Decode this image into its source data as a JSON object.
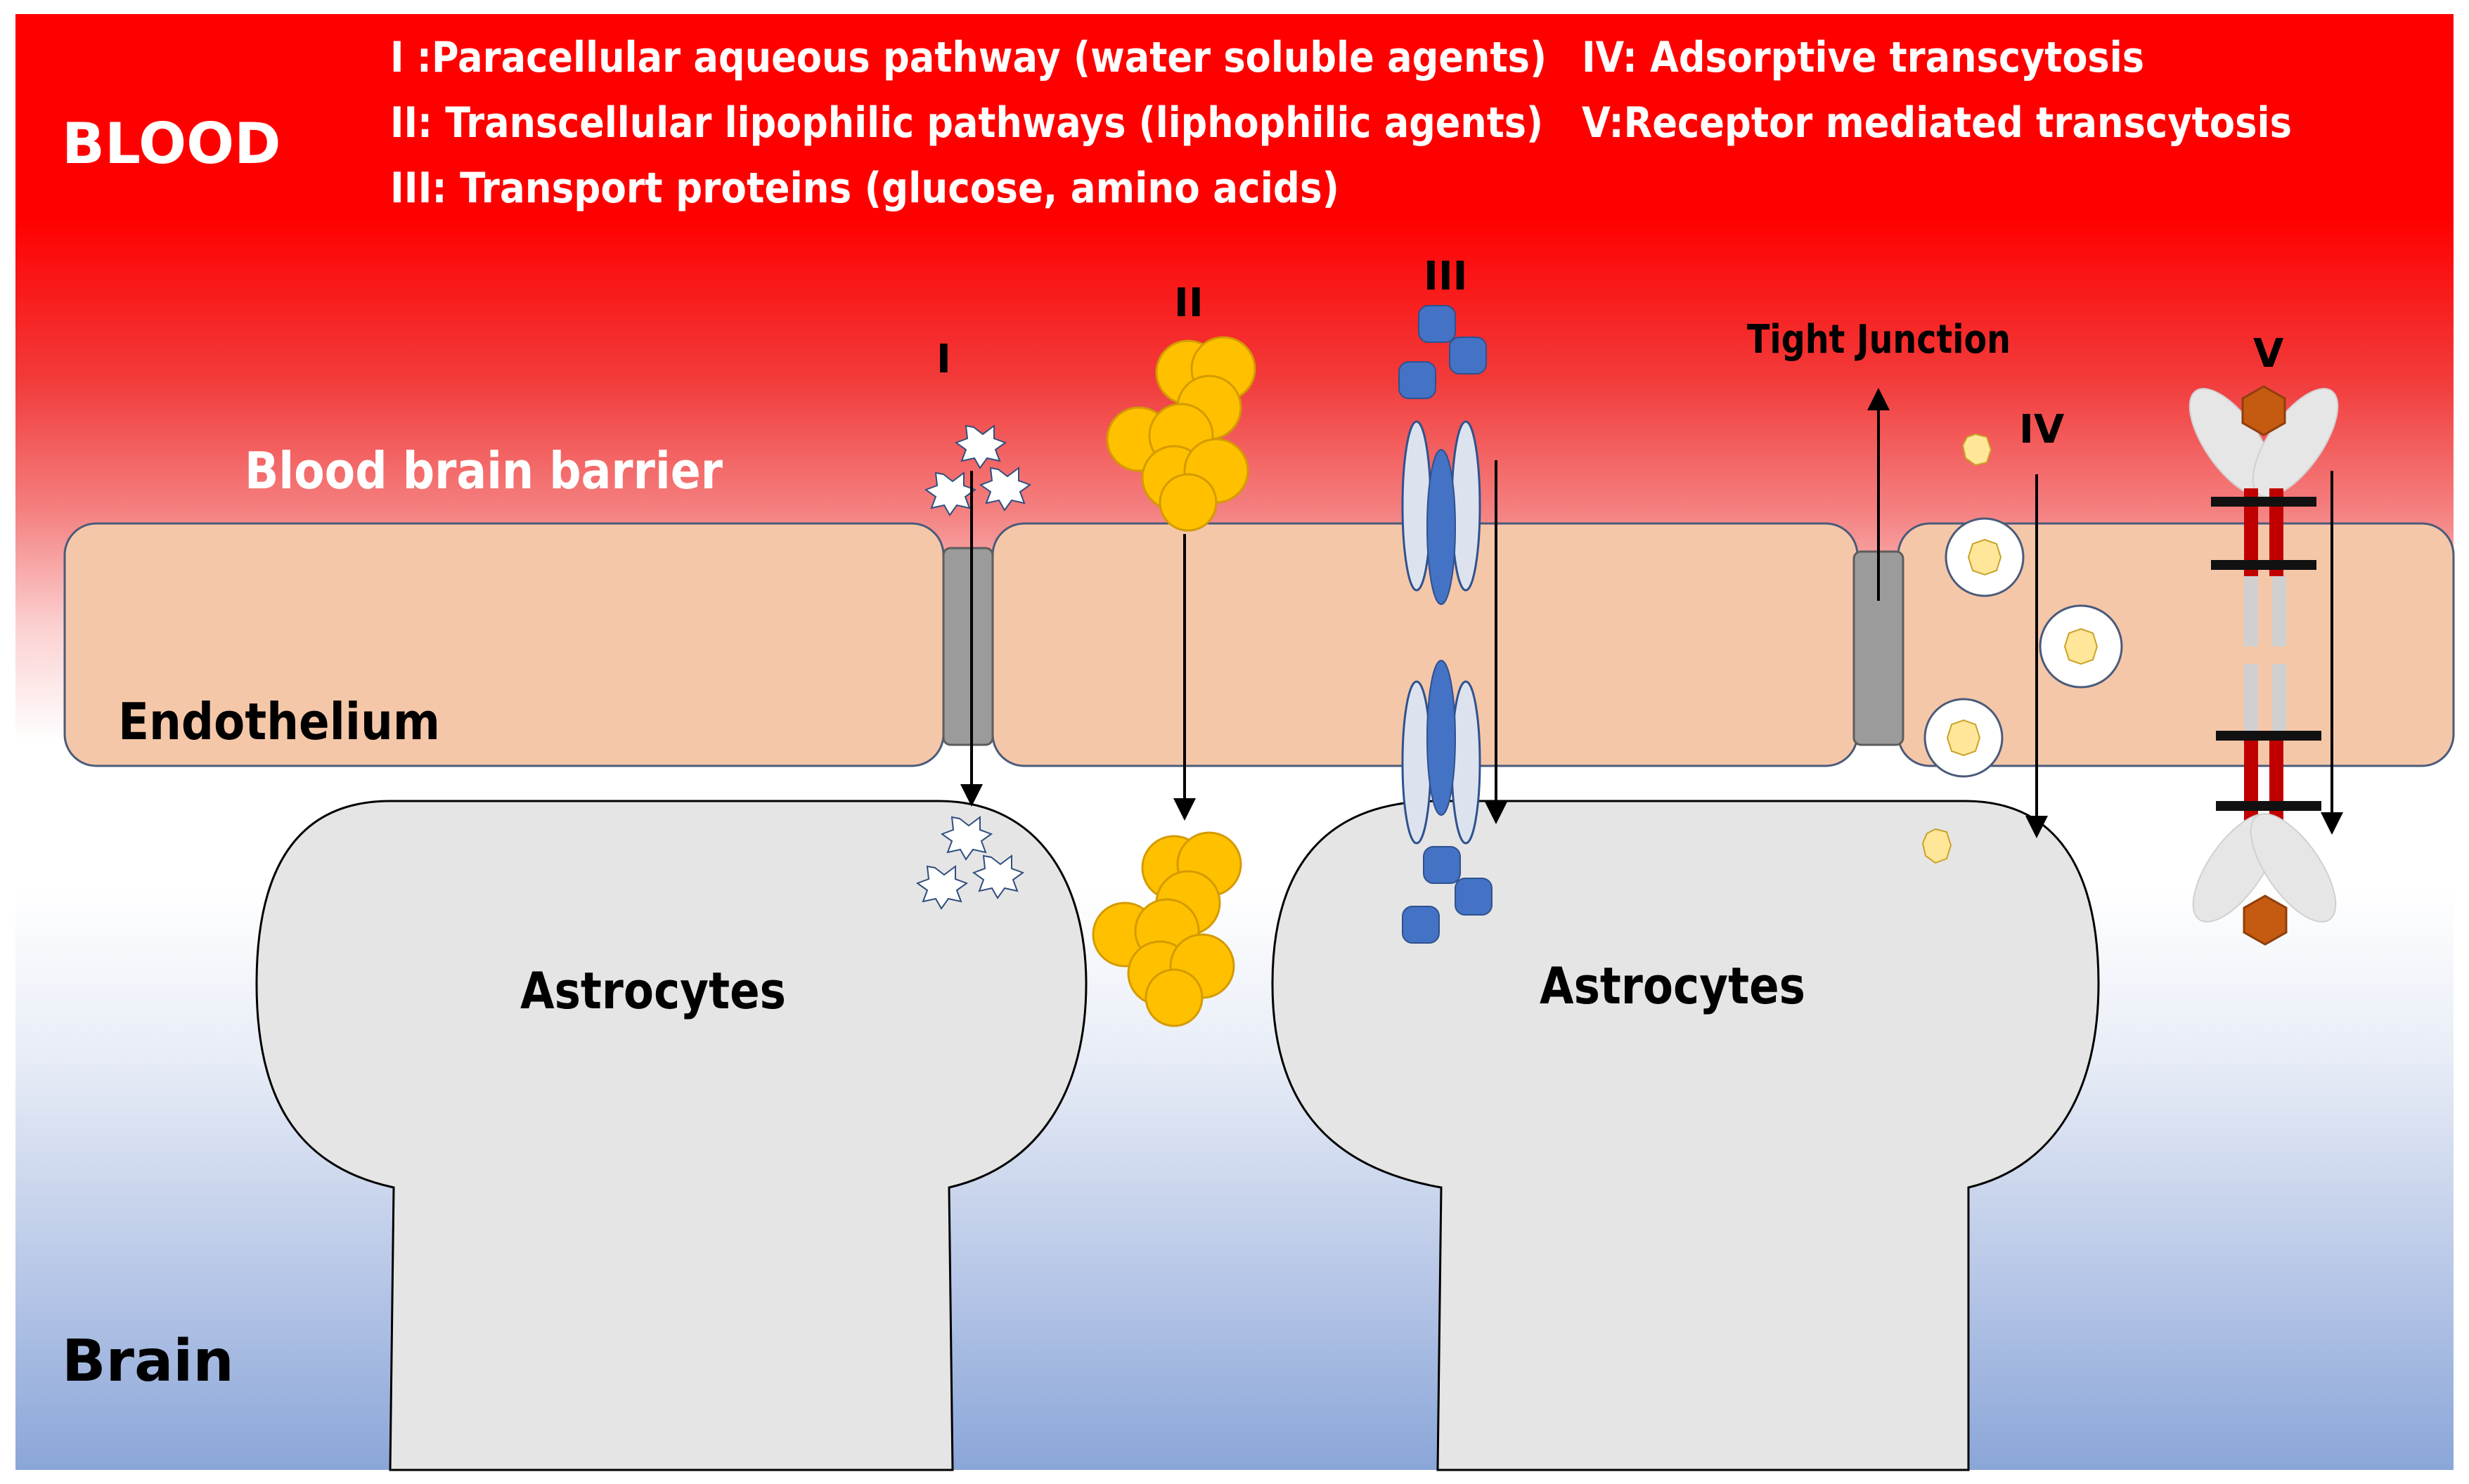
{
  "labels": {
    "blood": "BLOOD",
    "bbb": "Blood brain barrier",
    "endothelium": "Endothelium",
    "astro_left": "Astrocytes",
    "astro_right": "Astrocytes",
    "brain": "Brain",
    "tight_junction": "Tight Junction"
  },
  "legend": {
    "l1": "I :Paracellular aqueous pathway (water soluble agents)",
    "l2": "II: Transcellular lipophilic pathways (liphophilic agents)",
    "l3": "III: Transport proteins  (glucose, amino acids)",
    "l4": "IV: Adsorptive transcytosis",
    "l5": "V:Receptor mediated transcytosis"
  },
  "pathways": {
    "p1": "I",
    "p2": "II",
    "p3": "III",
    "p4": "IV",
    "p5": "V"
  },
  "colors": {
    "blood": "#ff0000",
    "brain": "#8aa6d8",
    "endothelium": "#f5c7a9",
    "astrocyte": "#e6e5e5",
    "lipophilic": "#ffc000",
    "transport": "#4472c4",
    "receptor": "#c00000",
    "ligand": "#c55a11"
  }
}
